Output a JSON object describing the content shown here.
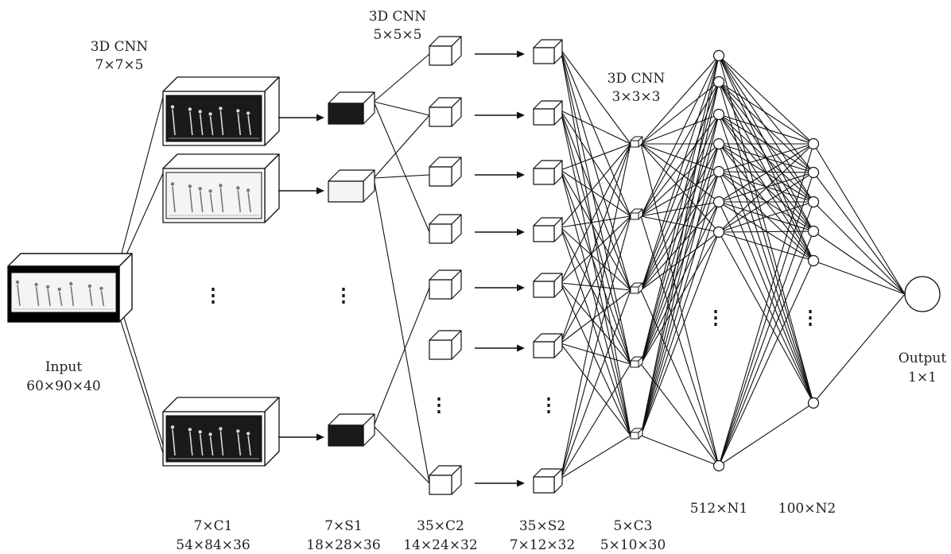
{
  "input": {
    "title": "Input",
    "dims": "60×90×40"
  },
  "conv1_kernel": {
    "title": "3D CNN",
    "size": "7×7×5"
  },
  "conv2_kernel": {
    "title": "3D CNN",
    "size": "5×5×5"
  },
  "conv3_kernel": {
    "title": "3D CNN",
    "size": "3×3×3"
  },
  "output": {
    "title": "Output",
    "dims": "1×1"
  },
  "layers": {
    "c1": {
      "name": "7×C1",
      "dims": "54×84×36"
    },
    "s1": {
      "name": "7×S1",
      "dims": "18×28×36"
    },
    "c2": {
      "name": "35×C2",
      "dims": "14×24×32"
    },
    "s2": {
      "name": "35×S2",
      "dims": "7×12×32"
    },
    "c3": {
      "name": "5×C3",
      "dims": "5×10×30"
    },
    "n1": {
      "name": "512×N1"
    },
    "n2": {
      "name": "100×N2"
    }
  }
}
